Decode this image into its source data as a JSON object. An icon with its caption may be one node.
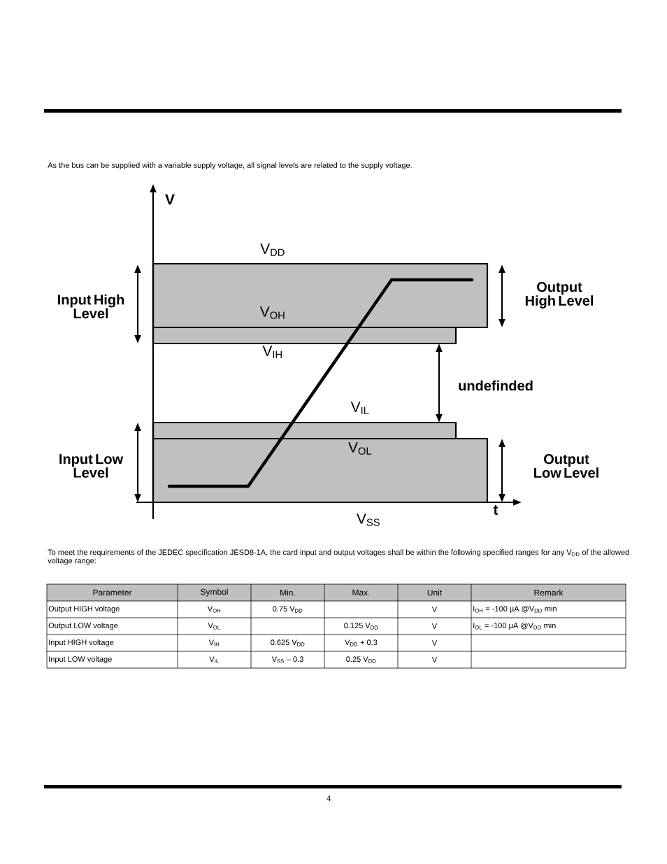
{
  "diagram": {
    "labels": [
      "As the bus can be supplied with a variable supply voltage, all signal levels are related to the supply voltage.",
      "V",
      "V$_{DD}$",
      "Input High Level",
      "Output High Level",
      "V$_{OH}$",
      "V$_{IH}$",
      "undefinded",
      "V$_{IL}$",
      "Input Low Level",
      "V$_{OL}$",
      "Output Low Level",
      "t",
      "V$_{SS}$",
      "To meet the requirements of the JEDEC specification JESD8-1A, the card input and output voltages shall be within the following specified ranges for any V$_{DD}$ of the allowed voltage range:",
      "Parameter",
      "Symbol",
      "Min.",
      "Max.",
      "Unit",
      "Remark",
      "Output HIGH voltage",
      "V$_{OH}$",
      "0.75 V$_{DD}$",
      "V",
      "I$_{OH}$ = -100 µA @V$_{DD}$ min",
      "Output LOW voltage",
      "V$_{OL}$",
      "0.125 V$_{DD}$",
      "V",
      "I$_{OL}$ = -100 µA @V$_{DD}$ min",
      "Input HIGH voltage",
      "V$_{IH}$",
      "0.625 V$_{DD}$",
      "V$_{DD}$ + 0.3",
      "V",
      "Input LOW voltage",
      "V$_{IL}$",
      "V$_{SS}$ – 0.3",
      "0.25 V$_{DD}$",
      "V",
      "4"
    ]
  }
}
